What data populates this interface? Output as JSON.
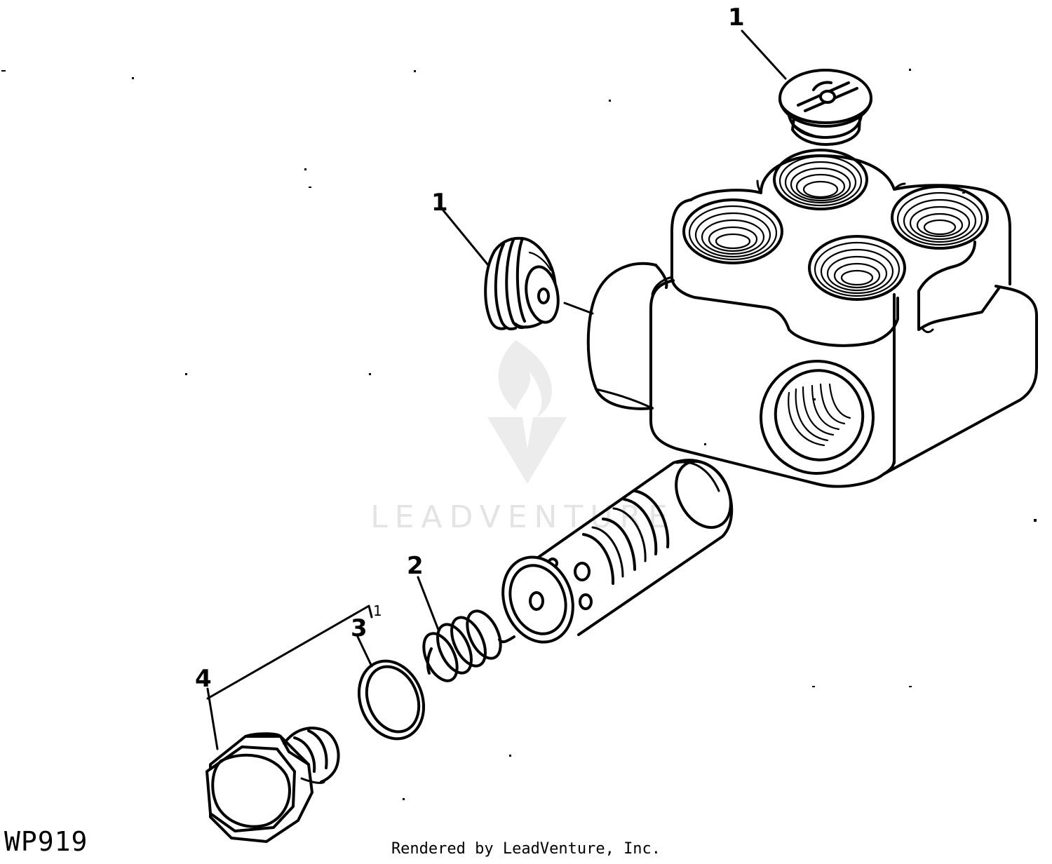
{
  "diagram": {
    "figure_id": "WP919",
    "render_credit": "Rendered by LeadVenture, Inc.",
    "watermark": "LEADVENTURE",
    "callouts": [
      {
        "id": "plug-top",
        "label": "1"
      },
      {
        "id": "plug-side",
        "label": "1"
      },
      {
        "id": "spring",
        "label": "2"
      },
      {
        "id": "o-ring",
        "label": "3"
      },
      {
        "id": "plug-bolt",
        "label": "4"
      }
    ],
    "kit_bracket_mark": "1"
  }
}
